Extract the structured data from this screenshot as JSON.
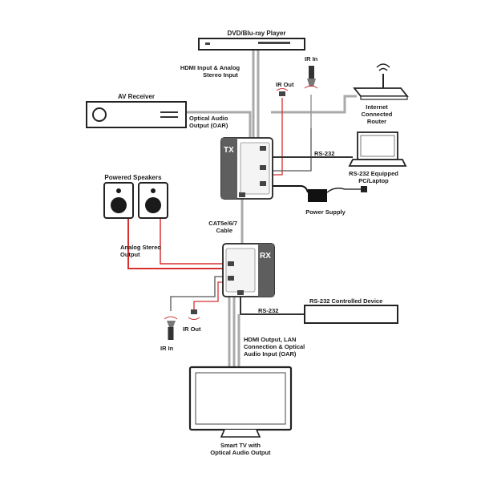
{
  "devices": {
    "dvd_player": "DVD/Blu-ray Player",
    "av_receiver": "AV Receiver",
    "router": [
      "Internet",
      "Connected",
      "Router"
    ],
    "laptop": [
      "RS-232 Equipped",
      "PC/Laptop"
    ],
    "power_supply": "Power Supply",
    "powered_speakers": "Powered Speakers",
    "rs232_device": "RS-232 Controlled Device",
    "smart_tv": [
      "Smart TV with",
      "Optical Audio Output"
    ],
    "tx": "TX",
    "rx": "RX"
  },
  "labels": {
    "hdmi_input": [
      "HDMI Input & Analog",
      "Stereo Input"
    ],
    "optical_out": [
      "Optical Audio",
      "Output (OAR)"
    ],
    "ir_in_top": "IR In",
    "ir_out_top": "IR Out",
    "rs232_top": "RS-232",
    "cable": [
      "CAT5e/6/7",
      "Cable"
    ],
    "analog_out": [
      "Analog Stereo",
      "Output"
    ],
    "rs232_bottom": "RS-232",
    "ir_out_bottom": "IR Out",
    "ir_in_bottom": "IR In",
    "hdmi_output": [
      "HDMI Output, LAN",
      "Connection & Optical",
      "Audio Input (OAR)"
    ]
  }
}
